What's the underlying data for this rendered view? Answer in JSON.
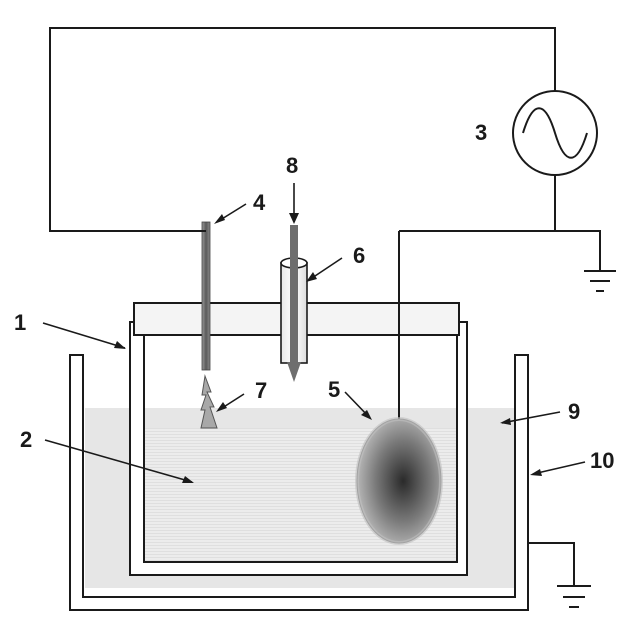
{
  "labels": {
    "l1": "1",
    "l2": "2",
    "l3": "3",
    "l4": "4",
    "l5": "5",
    "l6": "6",
    "l7": "7",
    "l8": "8",
    "l9": "9",
    "l10": "10"
  },
  "colors": {
    "line": "#1a1a1a",
    "liquid": "#e6e6e6",
    "lid": "#f4f4f4",
    "electrode": "#6e6e6e"
  },
  "icons": {
    "ac_source": "sine-wave-circle-icon",
    "ground": "ground-symbol-icon"
  }
}
